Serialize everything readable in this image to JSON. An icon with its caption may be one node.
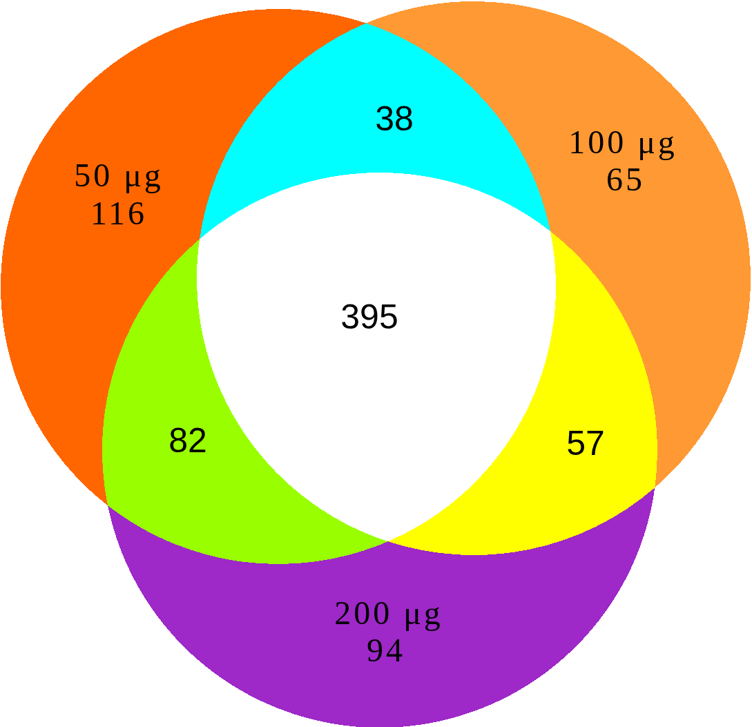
{
  "diagram": {
    "nodes": [
      {
        "text": [
          "50 μg",
          "116"
        ]
      },
      {
        "text": [
          "100 μg",
          "65"
        ]
      },
      {
        "text": [
          "200 μg",
          "94"
        ]
      },
      {
        "text": [
          "38"
        ]
      },
      {
        "text": [
          "395"
        ]
      },
      {
        "text": [
          "82"
        ]
      },
      {
        "text": [
          "57"
        ]
      }
    ]
  }
}
